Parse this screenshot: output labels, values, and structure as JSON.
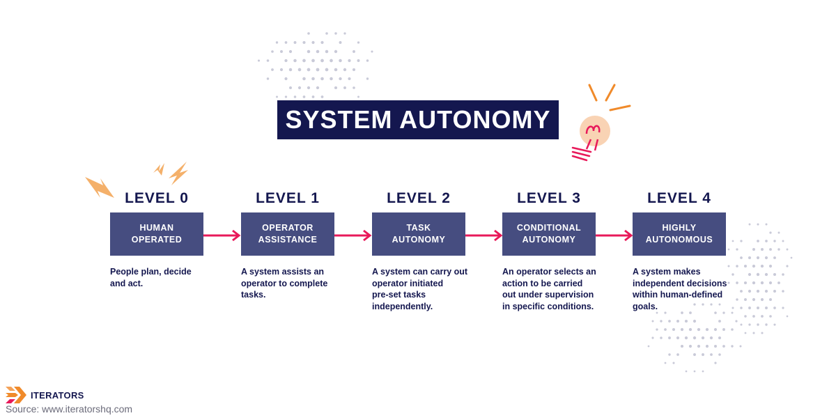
{
  "title": "SYSTEM AUTONOMY",
  "levels": [
    {
      "title": "LEVEL 0",
      "box": "HUMAN\nOPERATED",
      "desc": "People plan, decide\nand act."
    },
    {
      "title": "LEVEL 1",
      "box": "OPERATOR\nASSISTANCE",
      "desc": "A system assists an\noperator to complete\ntasks."
    },
    {
      "title": "LEVEL 2",
      "box": "TASK\nAUTONOMY",
      "desc": "A system can carry out\noperator initiated\npre-set tasks\nindependently."
    },
    {
      "title": "LEVEL 3",
      "box": "CONDITIONAL\nAUTONOMY",
      "desc": "An operator selects an\naction to be carried\nout under supervision\nin specific conditions."
    },
    {
      "title": "LEVEL 4",
      "box": "HIGHLY\nAUTONOMOUS",
      "desc": "A system makes\nindependent decisions\nwithin human-defined\ngoals."
    }
  ],
  "logo": {
    "name": "ITERATORS"
  },
  "source": "Source: www.iteratorshq.com",
  "colors": {
    "title_bg": "#14174f",
    "box_bg": "#464d80",
    "arrow": "#e8195a",
    "accent_orange": "#f4a259",
    "dots": "#c9cad8"
  },
  "icons": {
    "lightbulb": "lightbulb-icon",
    "sparkle": "lightning-icon",
    "logo": "iterators-logo-icon"
  }
}
